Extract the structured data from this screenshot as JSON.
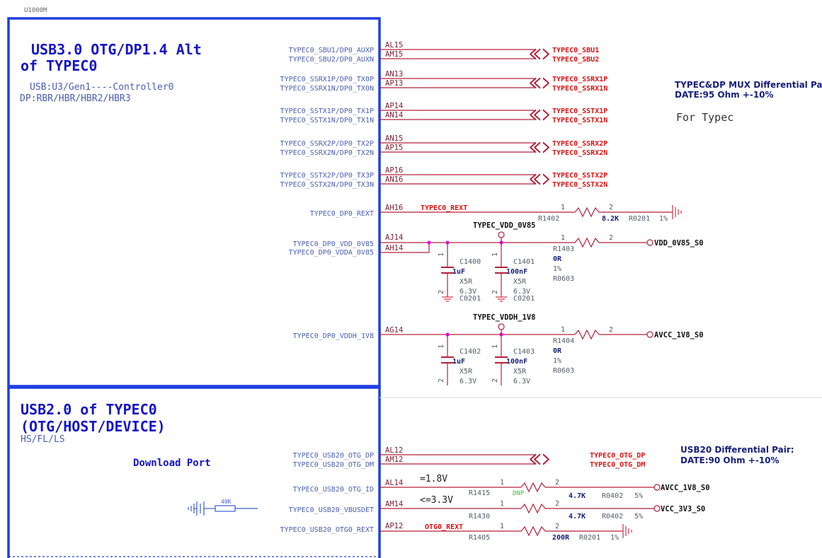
{
  "part_ref": "U1000M",
  "blocks": [
    {
      "title_line1": "USB3.0 OTG/DP1.4 Alt",
      "title_line2": "of TYPEC0",
      "sub_line1": "USB:U3/Gen1----Controller0",
      "sub_line2": "DP:RBR/HBR/HBR2/HBR3"
    },
    {
      "title_line1": "USB2.0 of TYPEC0",
      "title_line2": "(OTG/HOST/DEVICE)",
      "sub_line1": "HS/FL/LS",
      "sub_line2": "Download Port"
    }
  ],
  "signal_pins": [
    {
      "pin_name": "TYPEC0_SBU1/DP0_AUXP",
      "pin_no": "AL15",
      "net": "TYPEC0_SBU1"
    },
    {
      "pin_name": "TYPEC0_SBU2/DP0_AUXN",
      "pin_no": "AM15",
      "net": "TYPEC0_SBU2"
    },
    {
      "pin_name": "TYPEC0_SSRX1P/DP0_TX0P",
      "pin_no": "AN13",
      "net": "TYPEC0_SSRX1P"
    },
    {
      "pin_name": "TYPEC0_SSRX1N/DP0_TX0N",
      "pin_no": "AP13",
      "net": "TYPEC0_SSRX1N"
    },
    {
      "pin_name": "TYPEC0_SSTX1P/DP0_TX1P",
      "pin_no": "AP14",
      "net": "TYPEC0_SSTX1P"
    },
    {
      "pin_name": "TYPEC0_SSTX1N/DP0_TX1N",
      "pin_no": "AN14",
      "net": "TYPEC0_SSTX1N"
    },
    {
      "pin_name": "TYPEC0_SSRX2P/DP0_TX2P",
      "pin_no": "AN15",
      "net": "TYPEC0_SSRX2P"
    },
    {
      "pin_name": "TYPEC0_SSRX2N/DP0_TX2N",
      "pin_no": "AP15",
      "net": "TYPEC0_SSRX2N"
    },
    {
      "pin_name": "TYPEC0_SSTX2P/DP0_TX3P",
      "pin_no": "AP16",
      "net": "TYPEC0_SSTX2P"
    },
    {
      "pin_name": "TYPEC0_SSTX2N/DP0_TX3N",
      "pin_no": "AN16",
      "net": "TYPEC0_SSTX2N"
    },
    {
      "pin_name": "TYPEC0_USB20_OTG_DP",
      "pin_no": "AL12",
      "net": "TYPEC0_OTG_DP"
    },
    {
      "pin_name": "TYPEC0_USB20_OTG_DM",
      "pin_no": "AM12",
      "net": "TYPEC0_OTG_DM"
    }
  ],
  "notes": {
    "mux_pair": "TYPEC&DP MUX Differential Pair:",
    "mux_date": "DATE:95  Ohm +-10%",
    "for_typec": "For Typec",
    "usb20_pair": "USB20 Differential Pair:",
    "usb20_date": "DATE:90  Ohm +-10%"
  },
  "rext": {
    "pin_name": "TYPEC0_DP0_REXT",
    "pin_no": "AH16",
    "net": "TYPEC0_REXT",
    "ref": "R1402",
    "p1": "1",
    "p2": "2",
    "value": "8.2K",
    "pkg": "R0201",
    "tol": "1%"
  },
  "vdd": {
    "pin_name1": "TYPEC0_DP0_VDD_0V85",
    "pin_no1": "AJ14",
    "pin_name2": "TYPEC0_DP0_VDDA_0V85",
    "pin_no2": "AH14",
    "rail": "TYPEC_VDD_0V85",
    "ref": "R1403",
    "p1": "1",
    "p2": "2",
    "value": "0R",
    "tol": "1%",
    "pkg": "R0603",
    "port": "VDD_0V85_S0"
  },
  "caps_a": [
    {
      "ref": "C1400",
      "value": "1uF",
      "type": "X5R",
      "volt": "6.3V",
      "pkg": "C0201",
      "p1": "1",
      "p2": "2"
    },
    {
      "ref": "C1401",
      "value": "100nF",
      "type": "X5R",
      "volt": "6.3V",
      "pkg": "C0201",
      "p1": "1",
      "p2": "2"
    }
  ],
  "vddh": {
    "pin_name": "TYPEC0_DP0_VDDH_1V8",
    "pin_no": "AG14",
    "rail": "TYPEC_VDDH_1V8",
    "ref": "R1404",
    "p1": "1",
    "p2": "2",
    "value": "0R",
    "tol": "1%",
    "pkg": "R0603",
    "port": "AVCC_1V8_S0"
  },
  "caps_b": [
    {
      "ref": "C1402",
      "value": "1uF",
      "type": "X5R",
      "volt": "6.3V",
      "p1": "1",
      "p2": "2"
    },
    {
      "ref": "C1403",
      "value": "100nF",
      "type": "X5R",
      "volt": "6.3V",
      "p1": "1",
      "p2": "2"
    }
  ],
  "otg_id": {
    "pin_name": "TYPEC0_USB20_OTG_ID",
    "pin_no": "AL14",
    "cond": "=1.8V",
    "ref": "R1415",
    "dnp": "DNP",
    "p1": "1",
    "p2": "2",
    "value": "4.7K",
    "pkg": "R0402",
    "tol": "5%",
    "port": "AVCC_1V8_S0"
  },
  "vbusdet": {
    "pin_name": "TYPEC0_USB20_VBUSDET",
    "pin_no": "AM14",
    "cond": "<=3.3V",
    "ref": "R1430",
    "p1": "1",
    "p2": "2",
    "value": "4.7K",
    "pkg": "R0402",
    "tol": "5%",
    "port": "VCC_3V3_S0",
    "pulldown": "40K"
  },
  "otg0_rext": {
    "pin_name": "TYPEC0_USB20_OTG0_REXT",
    "pin_no": "AP12",
    "net": "OTG0_REXT",
    "ref": "R1405",
    "p1": "1",
    "p2": "2",
    "value": "200R",
    "pkg": "R0201",
    "tol": "1%"
  }
}
